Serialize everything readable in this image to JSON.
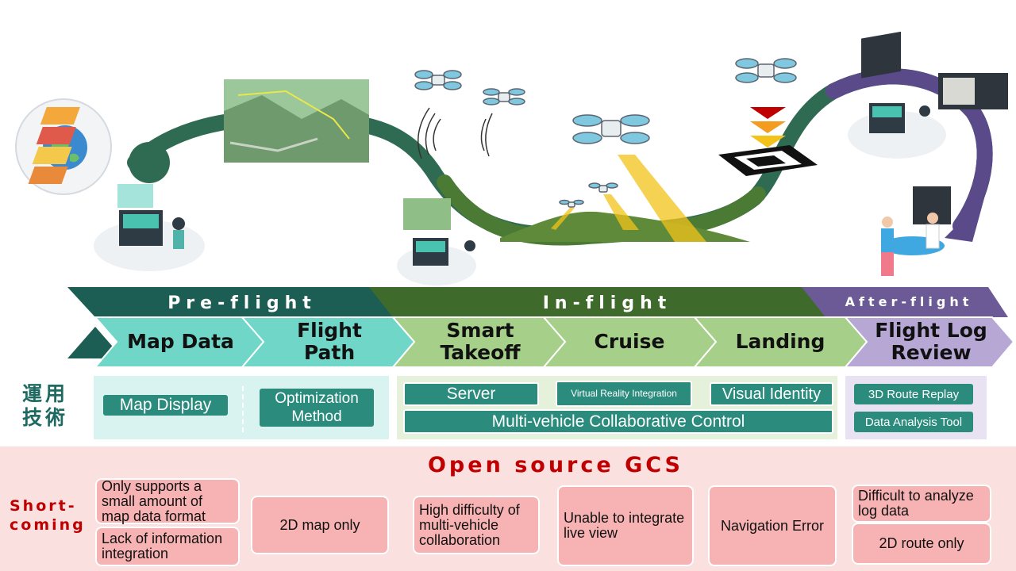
{
  "phases": {
    "pre_flight": "Pre-flight",
    "in_flight": "In-flight",
    "after_flight": "After-flight"
  },
  "steps": [
    {
      "label": "Map Data"
    },
    {
      "label": "Flight Path"
    },
    {
      "label": "Smart Takeoff"
    },
    {
      "label": "Cruise"
    },
    {
      "label": "Landing"
    },
    {
      "label": "Flight Log Review"
    }
  ],
  "tech": {
    "title": "運用技術",
    "map_display": "Map Display",
    "optimization_method": "Optimization Method",
    "server": "Server",
    "vr_integration": "Virtual Reality Integration",
    "visual_identity": "Visual Identity",
    "multi_vehicle": "Multi-vehicle Collaborative Control",
    "route_replay": "3D Route Replay",
    "data_analysis": "Data Analysis Tool"
  },
  "shortcoming": {
    "header": "Open source GCS",
    "label": "Short-coming",
    "items": {
      "map_format": "Only supports a small amount of map data format",
      "info_integration": "Lack of information integration",
      "map_2d": "2D map only",
      "multi_collab": "High difficulty of multi-vehicle collaboration",
      "live_view": "Unable to integrate live view",
      "nav_error": "Navigation Error",
      "log_analysis": "Difficult to analyze log data",
      "route_2d": "2D route only"
    }
  },
  "colors": {
    "pre_flight_dark": "#1c5e53",
    "in_flight_dark": "#3e6b2c",
    "after_flight_dark": "#6b5a95",
    "pre_flight_light": "#6fd6c8",
    "in_flight_light": "#a6d089",
    "after_flight_light": "#b7a7d4",
    "tech_box": "#2b8b7d",
    "shortcoming_bg": "#fbe0e0",
    "shortcoming_box": "#f7b3b3",
    "accent_red": "#c00000"
  }
}
